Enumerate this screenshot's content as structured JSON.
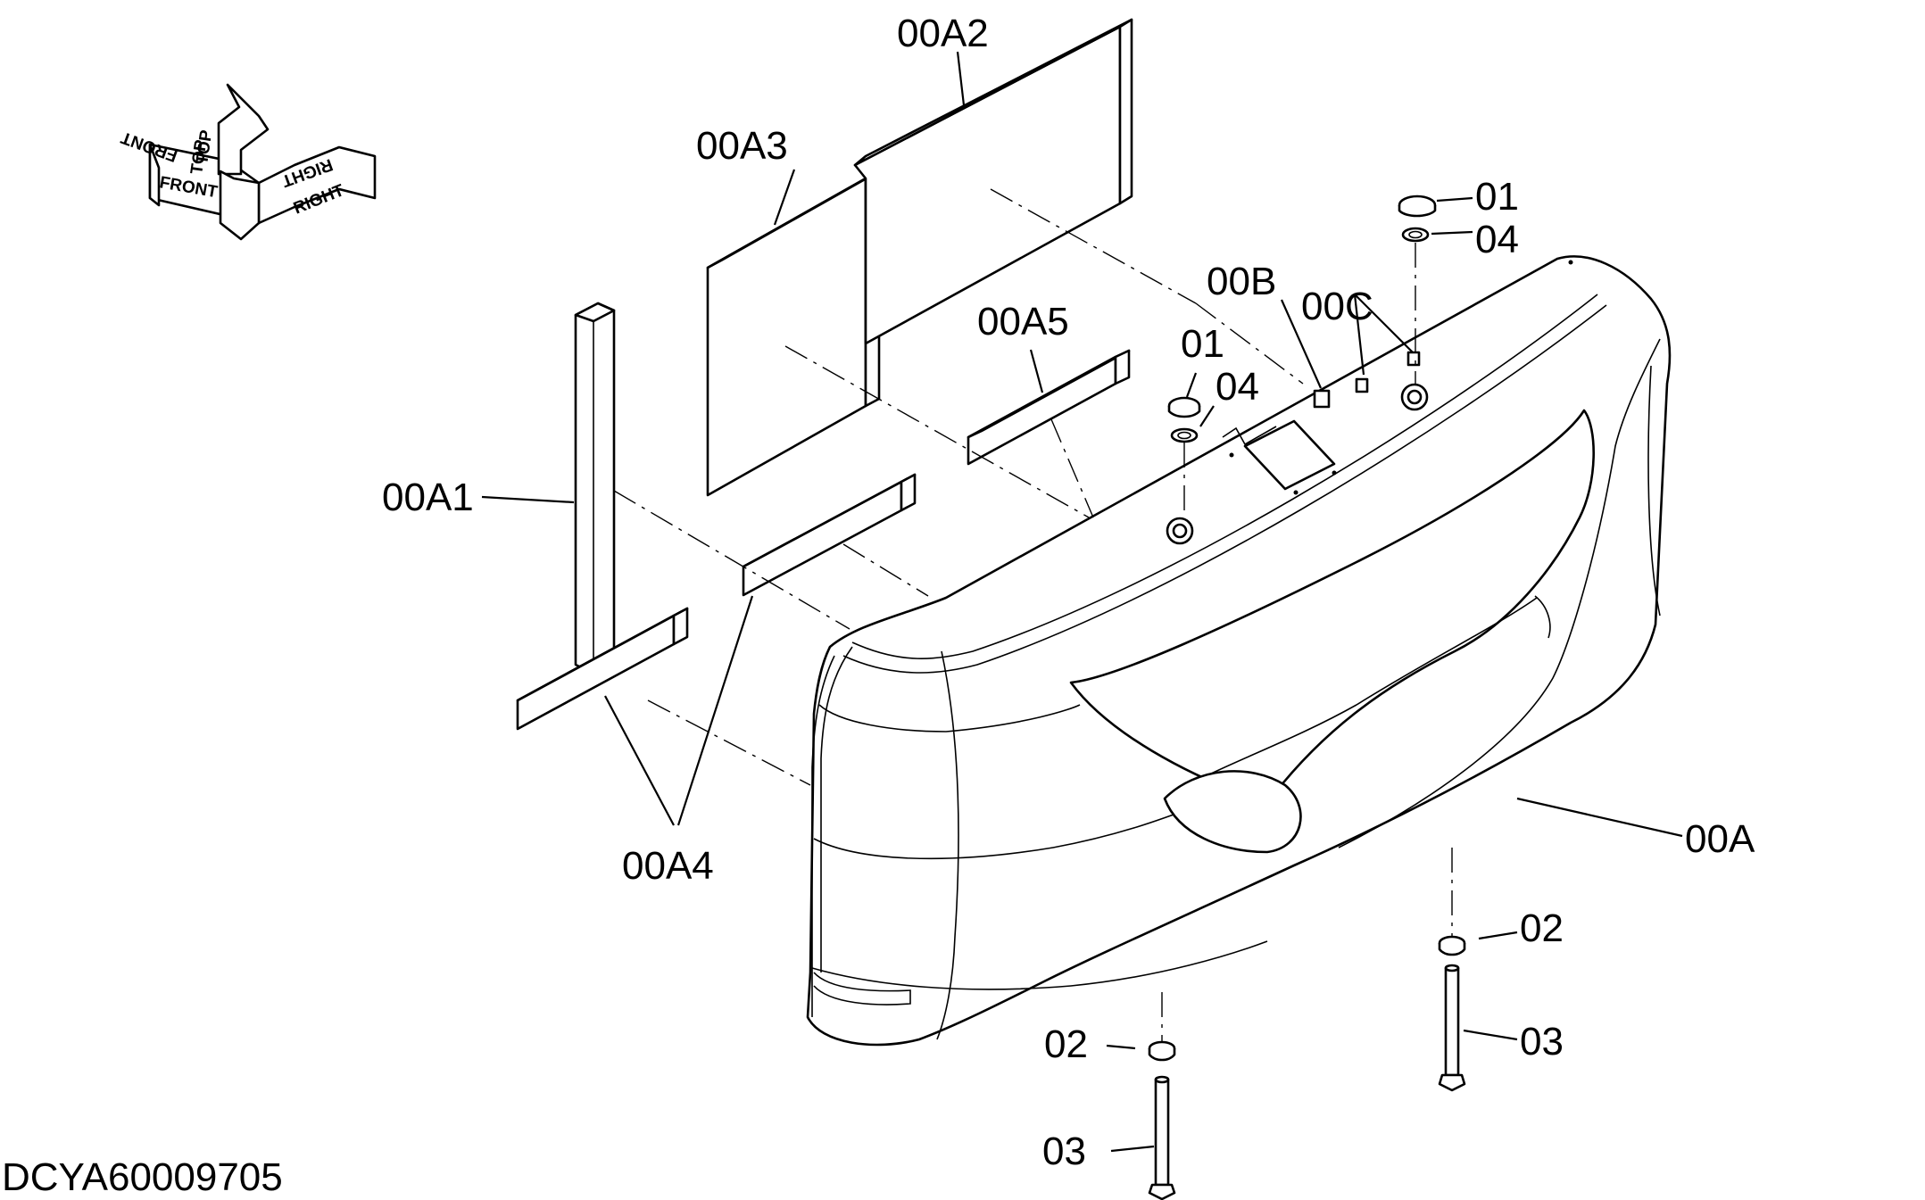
{
  "diagram": {
    "drawing_code": "DCYA60009705",
    "orientation_marker": {
      "front": "FRONT",
      "top": "TOP",
      "right": "RIGHT"
    },
    "callouts": [
      {
        "id": "00A2",
        "label": "00A2"
      },
      {
        "id": "00A3",
        "label": "00A3"
      },
      {
        "id": "00A5",
        "label": "00A5"
      },
      {
        "id": "00A1",
        "label": "00A1"
      },
      {
        "id": "00A4",
        "label": "00A4"
      },
      {
        "id": "00B",
        "label": "00B"
      },
      {
        "id": "00C",
        "label": "00C"
      },
      {
        "id": "00A",
        "label": "00A"
      },
      {
        "id": "01a",
        "label": "01"
      },
      {
        "id": "04a",
        "label": "04"
      },
      {
        "id": "01b",
        "label": "01"
      },
      {
        "id": "04b",
        "label": "04"
      },
      {
        "id": "02a",
        "label": "02"
      },
      {
        "id": "03a",
        "label": "03"
      },
      {
        "id": "02b",
        "label": "02"
      },
      {
        "id": "03b",
        "label": "03"
      }
    ]
  }
}
